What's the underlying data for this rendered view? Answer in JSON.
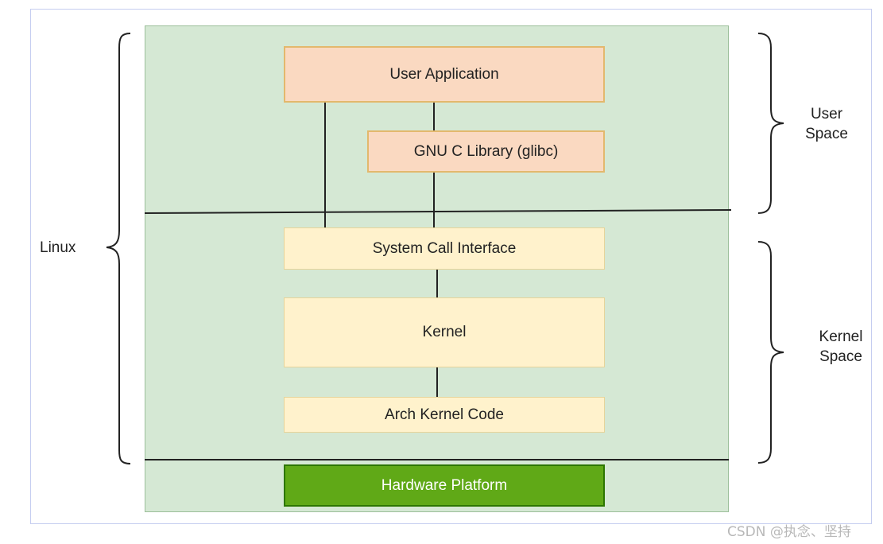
{
  "diagram": {
    "user_application": "User Application",
    "glibc": "GNU C Library (glibc)",
    "system_call_interface": "System Call Interface",
    "kernel": "Kernel",
    "arch_kernel_code": "Arch Kernel Code",
    "hardware_platform": "Hardware Platform"
  },
  "labels": {
    "linux": "Linux",
    "user_space": "User Space",
    "kernel_space": "Kernel Space"
  },
  "watermark": "CSDN @执念、坚持",
  "colors": {
    "panel": "#d5e8d4",
    "user_box": "#fad9c1",
    "kernel_box": "#fff2cc",
    "hardware_box": "#60a917"
  }
}
